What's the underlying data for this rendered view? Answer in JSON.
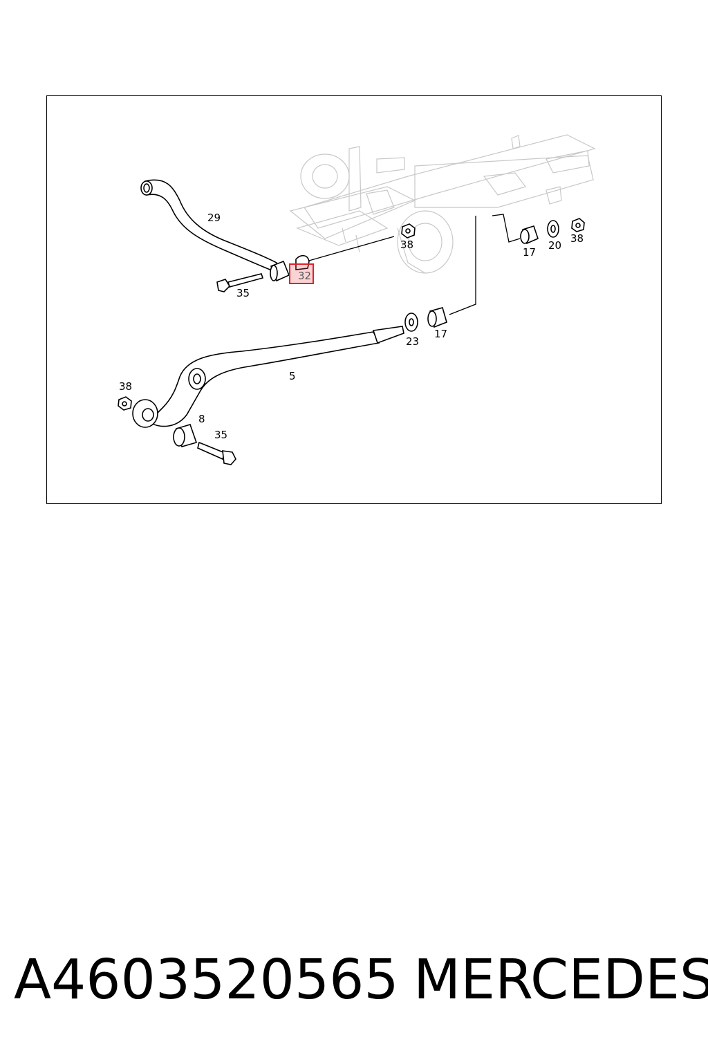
{
  "diagram": {
    "callouts": [
      "29",
      "32",
      "35",
      "38",
      "17",
      "20",
      "38",
      "23",
      "17",
      "5",
      "38",
      "8",
      "35"
    ],
    "highlighted_callout": "32",
    "highlight_color": "#e0202a"
  },
  "footer": {
    "part_number": "A4603520565",
    "brand": "MERCEDES"
  }
}
